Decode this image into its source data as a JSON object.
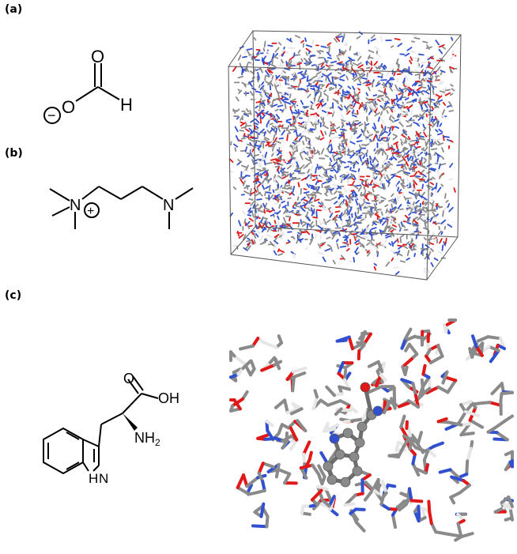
{
  "panels": {
    "a": {
      "label": "(a)"
    },
    "b": {
      "label": "(b)"
    },
    "c": {
      "label": "(c)"
    }
  },
  "formate": {
    "atom_O_top": "O",
    "atom_O_left": "O",
    "atom_H": "H",
    "charge": "−"
  },
  "ammonium": {
    "atom_N_left": "N",
    "atom_N_right": "N",
    "charge": "+"
  },
  "tryptophan": {
    "atom_O": "O",
    "atom_OH": "OH",
    "atom_NH2": "NH",
    "atom_NH2_sub": "2",
    "atom_HN": "H",
    "atom_N_ring": "N"
  },
  "colors": {
    "carbon": "#8a8a8a",
    "oxygen": "#e01818",
    "nitrogen": "#3050d0",
    "hydrogen": "#e6e6e6",
    "box_edge": "#555555"
  }
}
